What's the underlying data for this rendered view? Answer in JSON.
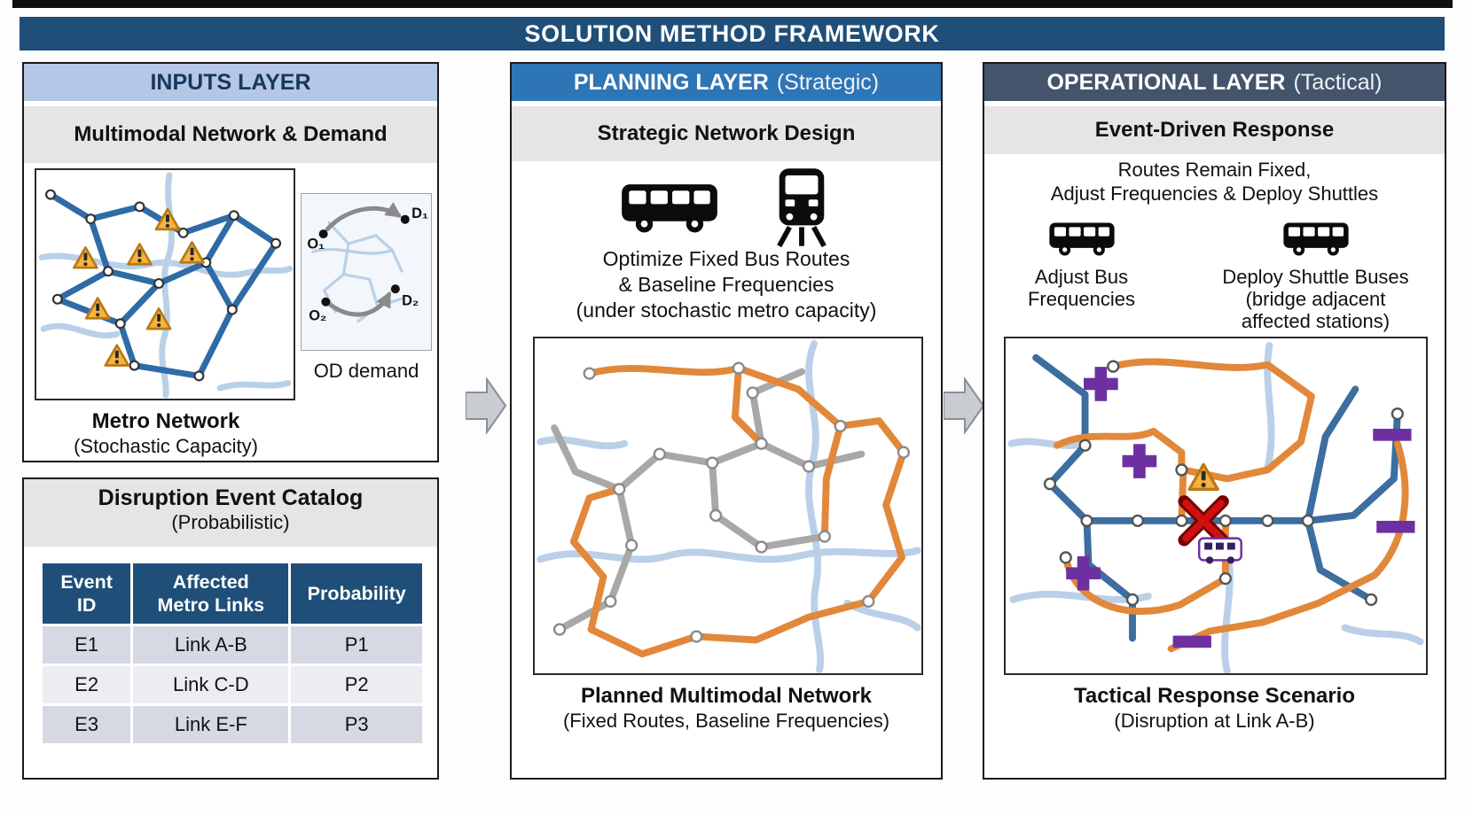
{
  "title": "SOLUTION METHOD FRAMEWORK",
  "colors": {
    "title_bar": "#1F4E79",
    "inputs_header_bg": "#B4C7E7",
    "planning_header_bg": "#2E75B6",
    "operational_header_bg": "#44546A",
    "section_band_bg": "#E5E5E5",
    "table_header_bg": "#1F4E79",
    "metro_blue": "#2F6BA7",
    "route_orange": "#E2883A",
    "route_gray": "#A8A8A8",
    "underlay_blue": "#B9D0E8",
    "warning_yellow": "#F6B33F",
    "adjust_purple": "#6E2FA0",
    "disruption_red": "#C00000"
  },
  "inputs": {
    "header": "INPUTS LAYER",
    "section_title": "Multimodal Network & Demand",
    "metro_caption": "Metro Network",
    "metro_caption_sub": "(Stochastic Capacity)",
    "od": {
      "o1": "O₁",
      "d1": "D₁",
      "o2": "O₂",
      "d2": "D₂",
      "caption": "OD demand"
    },
    "catalog": {
      "title": "Disruption Event Catalog",
      "subtitle": "(Probabilistic)",
      "headers": [
        [
          "Event",
          "ID"
        ],
        [
          "Affected",
          "Metro Links"
        ],
        [
          "Probability"
        ]
      ],
      "rows": [
        [
          "E1",
          "Link A-B",
          "P1"
        ],
        [
          "E2",
          "Link C-D",
          "P2"
        ],
        [
          "E3",
          "Link E-F",
          "P3"
        ]
      ]
    }
  },
  "planning": {
    "header": "PLANNING LAYER",
    "header_suffix": "(Strategic)",
    "section_title": "Strategic Network Design",
    "desc1": "Optimize Fixed Bus Routes",
    "desc2": "& Baseline Frequencies",
    "desc3": "(under stochastic metro capacity)",
    "caption": "Planned Multimodal Network",
    "caption_sub": "(Fixed Routes, Baseline Frequencies)"
  },
  "operational": {
    "header": "OPERATIONAL LAYER",
    "header_suffix": "(Tactical)",
    "section_title": "Event-Driven Response",
    "sub1": "Routes Remain Fixed,",
    "sub2": "Adjust Frequencies & Deploy Shuttles",
    "action1_l1": "Adjust Bus",
    "action1_l2": "Frequencies",
    "action2_l1": "Deploy Shuttle Buses",
    "action2_l2": "(bridge adjacent",
    "action2_l3": "affected stations)",
    "caption": "Tactical Response Scenario",
    "caption_sub": "(Disruption at Link A-B)"
  }
}
